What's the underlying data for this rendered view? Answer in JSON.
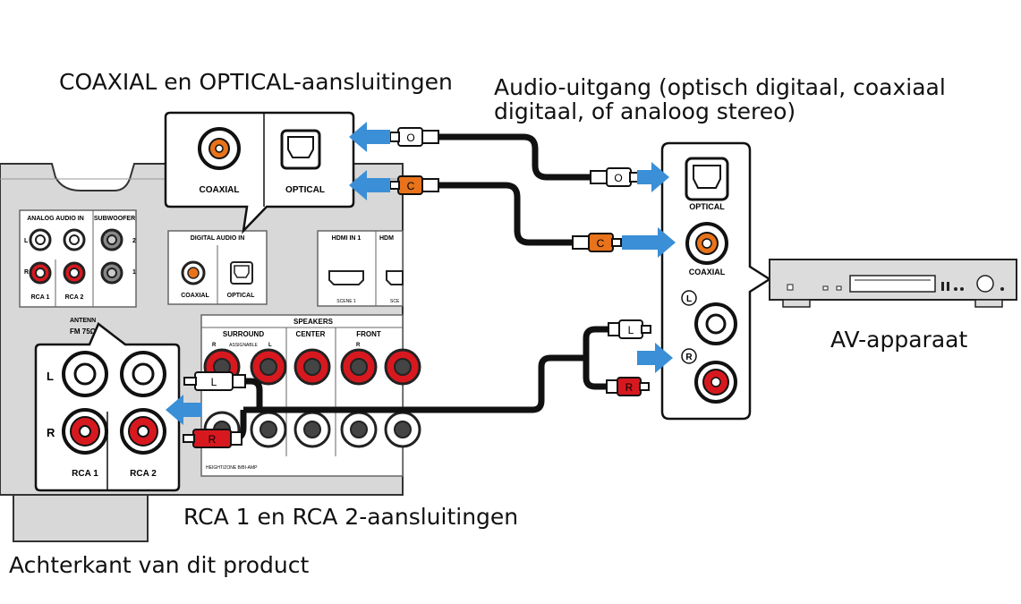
{
  "captions": {
    "coax_optical_title": "COAXIAL en OPTICAL-aansluitingen",
    "audio_out_line1": "Audio-uitgang (optisch digitaal, coaxiaal",
    "audio_out_line2": "digitaal, of analoog stereo)",
    "av_device": "AV-apparaat",
    "rca_title": "RCA 1 en RCA 2-aansluitingen",
    "rear_panel": "Achterkant van dit product"
  },
  "receiver_panel": {
    "analog_audio_in": "ANALOG AUDIO IN",
    "subwoofer": "SUBWOOFER",
    "rca1": "RCA 1",
    "rca2": "RCA 2",
    "l": "L",
    "r": "R",
    "sub_1": "1",
    "sub_2": "2",
    "digital_audio_in": "DIGITAL AUDIO IN",
    "coaxial": "COAXIAL",
    "optical": "OPTICAL",
    "hdmi_in_1": "HDMI IN 1",
    "hdmi_in_2": "HDM",
    "scene_1": "SCENE 1",
    "scene_2": "SCE",
    "antenna": "ANTENN",
    "fm": "FM 75Ω",
    "speakers": "SPEAKERS",
    "surround": "SURROUND",
    "center": "CENTER",
    "front": "FRONT",
    "assignable": "ASSIGNABLE",
    "height_zone": "HEIGHT/ZONE B/BI-AMP"
  },
  "callout_digital": {
    "coaxial": "COAXIAL",
    "optical": "OPTICAL"
  },
  "callout_rca": {
    "l": "L",
    "r": "R",
    "rca1": "RCA 1",
    "rca2": "RCA 2"
  },
  "av_panel": {
    "optical": "OPTICAL",
    "coaxial": "COAXIAL",
    "l": "L",
    "r": "R"
  },
  "plugs": {
    "optical": "O",
    "coaxial": "C",
    "left": "L",
    "right": "R"
  },
  "colors": {
    "arrow": "#3a8fd6",
    "coax_orange": "#e8731a",
    "rca_red": "#d7191f",
    "panel_gray": "#dcdcdc",
    "outline": "#222222"
  }
}
